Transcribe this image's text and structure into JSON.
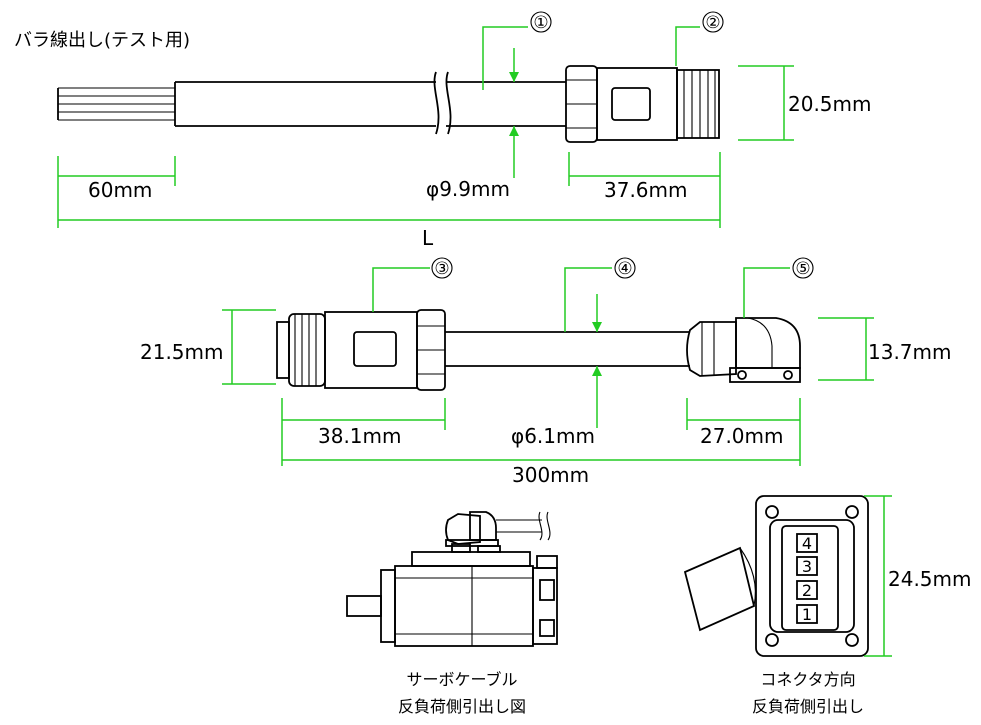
{
  "title": "バラ線出し(テスト用)",
  "callouts": [
    "①",
    "②",
    "③",
    "④",
    "⑤"
  ],
  "dimensions": {
    "strip_length": "60mm",
    "cable1_diameter": "φ9.9mm",
    "connector1_length": "37.6mm",
    "connector1_height": "20.5mm",
    "overall_length_label": "L",
    "connector3_height": "21.5mm",
    "connector3_length": "38.1mm",
    "cable2_diameter": "φ6.1mm",
    "connector5_length": "27.0mm",
    "connector5_height": "13.7mm",
    "cable2_length": "300mm",
    "face_height": "24.5mm"
  },
  "face_pins": [
    "4",
    "3",
    "2",
    "1"
  ],
  "captions": {
    "motor_line1": "サーボケーブル",
    "motor_line2": "反負荷側引出し図",
    "face_line1": "コネクタ方向",
    "face_line2": "反負荷側引出し"
  },
  "colors": {
    "dimension": "#22cc22",
    "outline": "#000000"
  }
}
